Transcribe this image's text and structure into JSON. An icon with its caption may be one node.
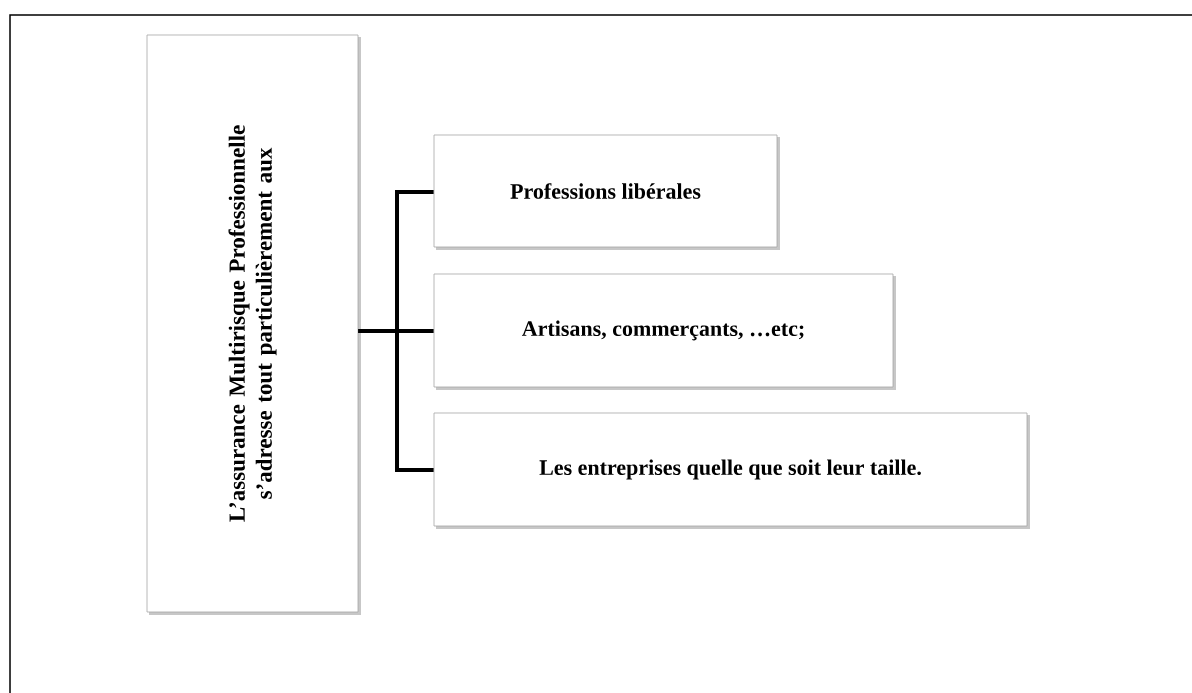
{
  "diagram": {
    "nodes": [
      {
        "text": [
          "L’assurance Multirisque Professionnelle s’adresse tout particulièrement aux"
        ]
      },
      {
        "text": [
          "Professions libérales"
        ]
      },
      {
        "text": [
          "Artisans, commerçants, …etc;"
        ]
      },
      {
        "text": [
          "Les entreprises quelle que soit leur taille."
        ]
      }
    ],
    "edges": [
      {
        "from": 0,
        "to": 1,
        "arrow": "none"
      },
      {
        "from": 0,
        "to": 2,
        "arrow": "none"
      },
      {
        "from": 0,
        "to": 3,
        "arrow": "none"
      }
    ]
  }
}
